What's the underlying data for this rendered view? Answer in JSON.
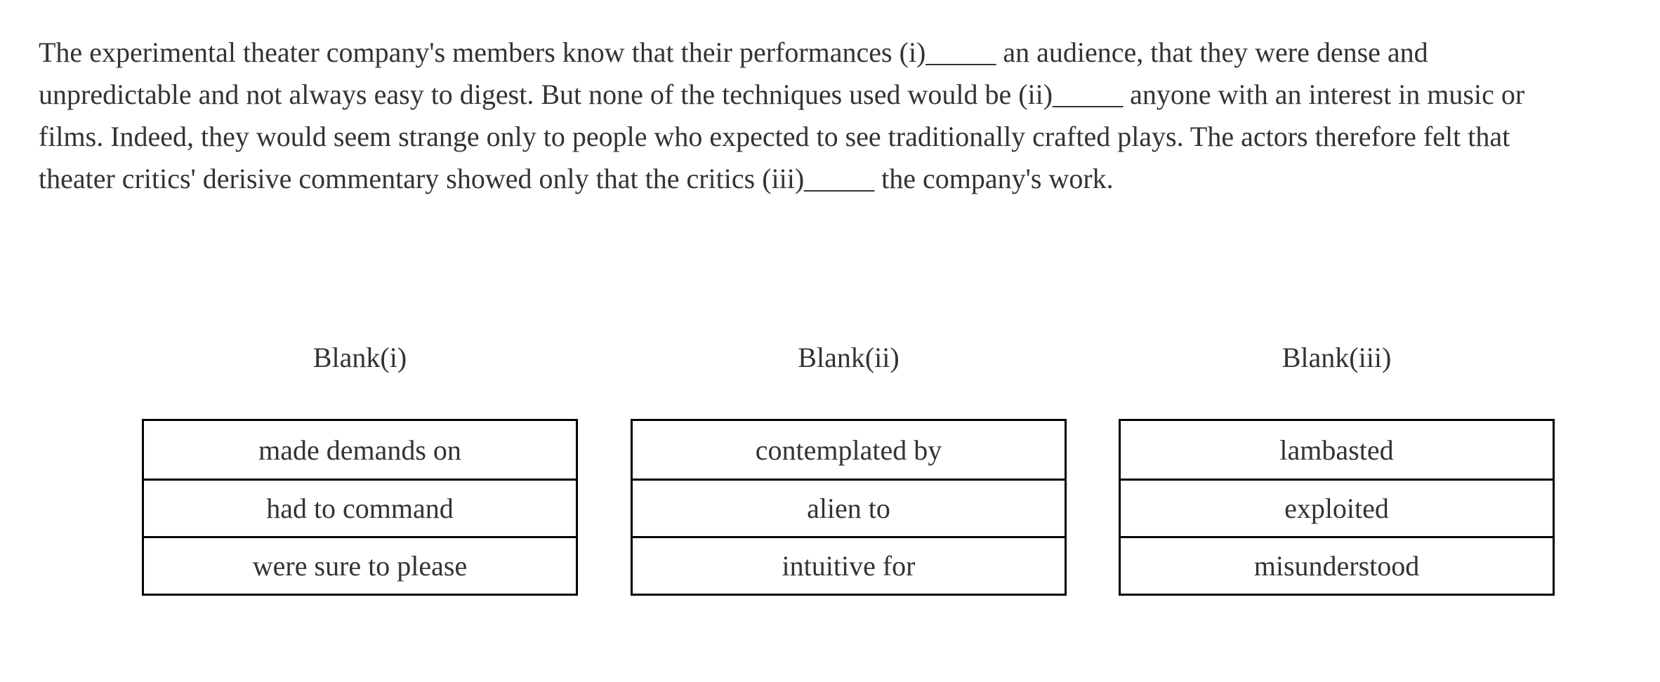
{
  "passage": {
    "lines": [
      "The experimental theater company's members know that their performances (i)_____ an audience, that they were dense and",
      "unpredictable and not always easy to digest. But none of the techniques used would be (ii)_____ anyone with an interest in music or",
      "films. Indeed, they would seem strange only to people who expected to see traditionally crafted plays. The actors therefore felt that",
      "theater critics' derisive commentary showed only that the critics (iii)_____ the company's work."
    ]
  },
  "blanks": [
    {
      "title": "Blank(i)",
      "options": [
        "made demands on",
        "had to command",
        "were sure to please"
      ]
    },
    {
      "title": "Blank(ii)",
      "options": [
        "contemplated by",
        "alien to",
        "intuitive for"
      ]
    },
    {
      "title": "Blank(iii)",
      "options": [
        "lambasted",
        "exploited",
        "misunderstood"
      ]
    }
  ],
  "colors": {
    "text": "#333333",
    "border": "#000000",
    "background": "#ffffff"
  }
}
